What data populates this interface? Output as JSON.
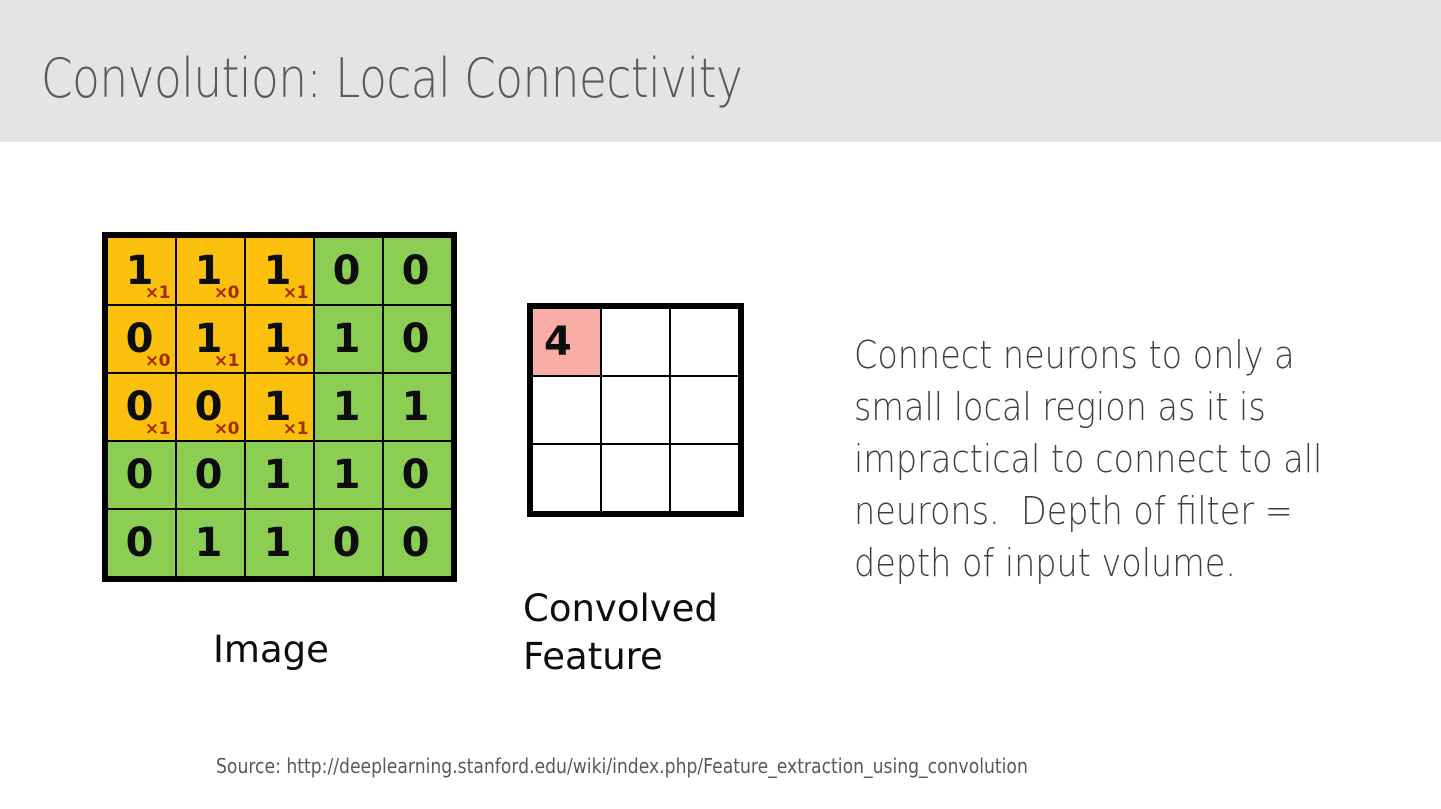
{
  "slide": {
    "title": "Convolution: Local Connectivity",
    "background_color": "#ffffff",
    "title_band_color": "#e4e4e4",
    "title_color": "#595959"
  },
  "body_text": "Connect neurons to only a small local region as it is impractical to connect to all neurons.  Depth of filter = depth of input volume.",
  "captions": {
    "image": "Image",
    "feature": "Convolved\nFeature"
  },
  "source_note": "Source: http://deeplearning.stanford.edu/wiki/index.php/Feature_extraction_using_convolution",
  "colors": {
    "kernel_cell": "#fbc00d",
    "image_cell": "#8ccd53",
    "active_output_cell": "#f9ada6",
    "grid_line": "#000000",
    "subscript": "#a52a06",
    "body_text": "#3f3f3f"
  },
  "chart_data": {
    "type": "table",
    "title": "Convolution: Local Connectivity",
    "figures": [
      {
        "name": "input-image-matrix",
        "label": "Image",
        "rows": 5,
        "cols": 5,
        "values": [
          [
            1,
            1,
            1,
            0,
            0
          ],
          [
            0,
            1,
            1,
            1,
            0
          ],
          [
            0,
            0,
            1,
            1,
            1
          ],
          [
            0,
            0,
            1,
            1,
            0
          ],
          [
            0,
            1,
            1,
            0,
            0
          ]
        ],
        "kernel_overlay": {
          "origin": [
            0,
            0
          ],
          "size": [
            3,
            3
          ],
          "weights": [
            [
              1,
              0,
              1
            ],
            [
              0,
              1,
              0
            ],
            [
              1,
              0,
              1
            ]
          ],
          "subscript_labels": [
            [
              "×1",
              "×0",
              "×1"
            ],
            [
              "×0",
              "×1",
              "×0"
            ],
            [
              "×1",
              "×0",
              "×1"
            ]
          ],
          "highlight_color": "#fbc00d"
        },
        "cell_color": "#8ccd53"
      },
      {
        "name": "convolved-feature-matrix",
        "label": "Convolved Feature",
        "rows": 3,
        "cols": 3,
        "values": [
          [
            4,
            "",
            ""
          ],
          [
            "",
            "",
            ""
          ],
          [
            "",
            "",
            ""
          ]
        ],
        "active_cell": [
          0,
          0
        ],
        "active_cell_color": "#f9ada6",
        "cell_color": "#ffffff"
      }
    ]
  },
  "matrix_cells": {
    "r0": [
      {
        "v": "1",
        "s": "×1",
        "k": true
      },
      {
        "v": "1",
        "s": "×0",
        "k": true
      },
      {
        "v": "1",
        "s": "×1",
        "k": true
      },
      {
        "v": "0",
        "s": "",
        "k": false
      },
      {
        "v": "0",
        "s": "",
        "k": false
      }
    ],
    "r1": [
      {
        "v": "0",
        "s": "×0",
        "k": true
      },
      {
        "v": "1",
        "s": "×1",
        "k": true
      },
      {
        "v": "1",
        "s": "×0",
        "k": true
      },
      {
        "v": "1",
        "s": "",
        "k": false
      },
      {
        "v": "0",
        "s": "",
        "k": false
      }
    ],
    "r2": [
      {
        "v": "0",
        "s": "×1",
        "k": true
      },
      {
        "v": "0",
        "s": "×0",
        "k": true
      },
      {
        "v": "1",
        "s": "×1",
        "k": true
      },
      {
        "v": "1",
        "s": "",
        "k": false
      },
      {
        "v": "1",
        "s": "",
        "k": false
      }
    ],
    "r3": [
      {
        "v": "0",
        "s": "",
        "k": false
      },
      {
        "v": "0",
        "s": "",
        "k": false
      },
      {
        "v": "1",
        "s": "",
        "k": false
      },
      {
        "v": "1",
        "s": "",
        "k": false
      },
      {
        "v": "0",
        "s": "",
        "k": false
      }
    ],
    "r4": [
      {
        "v": "0",
        "s": "",
        "k": false
      },
      {
        "v": "1",
        "s": "",
        "k": false
      },
      {
        "v": "1",
        "s": "",
        "k": false
      },
      {
        "v": "0",
        "s": "",
        "k": false
      },
      {
        "v": "0",
        "s": "",
        "k": false
      }
    ]
  },
  "feature_cells": {
    "r0": [
      {
        "v": "4",
        "a": true
      },
      {
        "v": "",
        "a": false
      },
      {
        "v": "",
        "a": false
      }
    ],
    "r1": [
      {
        "v": "",
        "a": false
      },
      {
        "v": "",
        "a": false
      },
      {
        "v": "",
        "a": false
      }
    ],
    "r2": [
      {
        "v": "",
        "a": false
      },
      {
        "v": "",
        "a": false
      },
      {
        "v": "",
        "a": false
      }
    ]
  }
}
